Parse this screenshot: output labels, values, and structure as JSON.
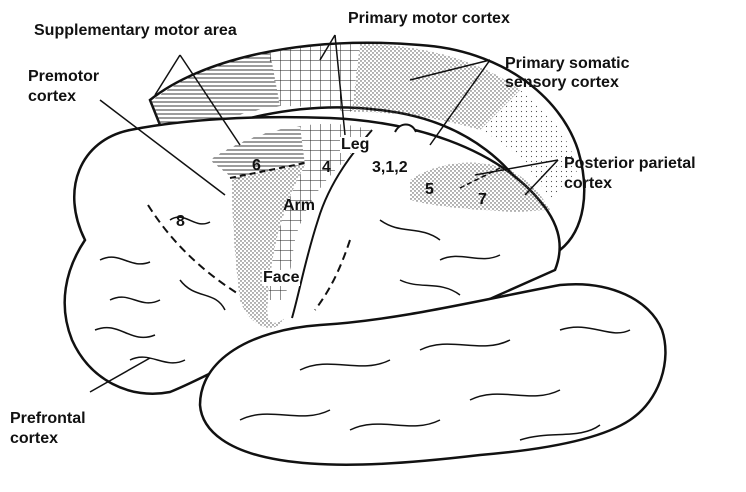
{
  "labels": {
    "supplementary_motor_area": "Supplementary motor area",
    "primary_motor_cortex": "Primary motor cortex",
    "primary_somatic_sensory_line1": "Primary somatic",
    "primary_somatic_sensory_line2": "sensory cortex",
    "premotor_line1": "Premotor",
    "premotor_line2": "cortex",
    "posterior_parietal_line1": "Posterior parietal",
    "posterior_parietal_line2": "cortex",
    "prefrontal_line1": "Prefrontal",
    "prefrontal_line2": "cortex"
  },
  "regions": {
    "leg": "Leg",
    "arm": "Arm",
    "face": "Face"
  },
  "areas": {
    "a6": "6",
    "a4": "4",
    "a312": "3,1,2",
    "a5": "5",
    "a7": "7",
    "a8": "8"
  },
  "colors": {
    "outline": "#111111",
    "background": "#ffffff",
    "stipple": "#555555"
  }
}
